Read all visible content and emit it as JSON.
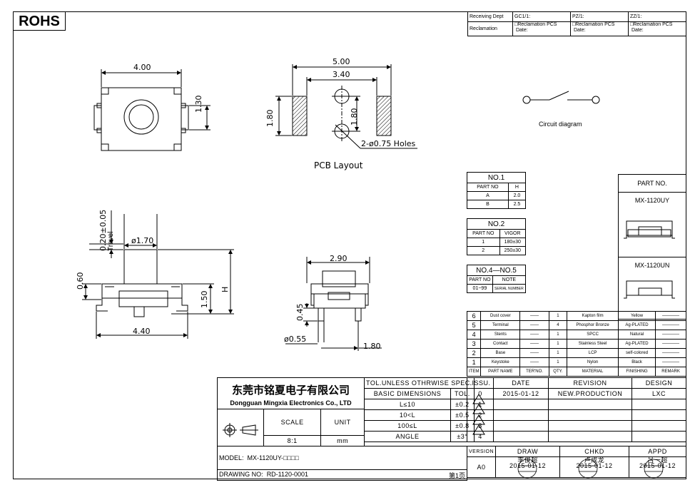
{
  "header": {
    "rohs": "ROHS",
    "receiving_dept": "Receiving Dept",
    "gc": "GC1/1:",
    "pz": "PZ/1:",
    "zz": "ZZ/1:",
    "reclamation": "Reclamation",
    "reclamation_pcs": "□Reclamation  PCS",
    "date": "Date:"
  },
  "drawing": {
    "dims": {
      "top_width": "4.00",
      "top_height": "1.30",
      "pcb_total": "5.00",
      "pcb_inner": "3.40",
      "pcb_side": "1.80",
      "pcb_hole_pitch": "1.80",
      "holes": "2-ø0.75 Holes",
      "pcb_caption": "PCB Layout",
      "circuit_caption": "Circuit diagram",
      "travel": "0.20±0.05",
      "travel_label": "Travel",
      "stem_dia": "ø1.70",
      "side_060": "0.60",
      "side_150": "1.50",
      "side_h": "H",
      "side_width": "4.40",
      "front_width": "2.90",
      "front_045": "0.45",
      "front_pin": "ø0.55",
      "front_180": "1.80"
    }
  },
  "no1": {
    "title": "NO.1",
    "headers": [
      "PART NO",
      "H"
    ],
    "rows": [
      [
        "A",
        "2.0"
      ],
      [
        "B",
        "2.5"
      ]
    ]
  },
  "no2": {
    "title": "NO.2",
    "headers": [
      "PART NO",
      "VIGOR"
    ],
    "rows": [
      [
        "1",
        "180±30"
      ],
      [
        "2",
        "250±30"
      ]
    ]
  },
  "no45": {
    "title": "NO.4—NO.5",
    "headers": [
      "PART NO",
      "NOTE"
    ],
    "rows": [
      [
        "01~99",
        "SERIAL NUMBER"
      ]
    ]
  },
  "part_no": {
    "title": "PART NO.",
    "uy": "MX-1120UY",
    "un": "MX-1120UN"
  },
  "bom": {
    "rows": [
      [
        "6",
        "Dust cover",
        "——",
        "1",
        "Kapton film",
        "Yellow",
        "————"
      ],
      [
        "5",
        "Terminal",
        "——",
        "4",
        "Phosphor Bronze",
        "Ag-PLATED",
        "————"
      ],
      [
        "4",
        "Stents",
        "——",
        "1",
        "SPCC",
        "Natural",
        "————"
      ],
      [
        "3",
        "Contact",
        "——",
        "1",
        "Stainless Steel",
        "Ag-PLATED",
        "————"
      ],
      [
        "2",
        "Base",
        "——",
        "1",
        "LCP",
        "self-colored",
        "————"
      ],
      [
        "1",
        "Keystoke",
        "——",
        "1",
        "Nylon",
        "Black",
        "————"
      ]
    ],
    "headers": [
      "ITEM",
      "PART NAME",
      "TER'NO.",
      "QTY.",
      "MATERIAL",
      "FINISHING",
      "REMARK"
    ]
  },
  "title_block": {
    "company_cn": "东莞市铭夏电子有限公司",
    "company_en": "Dongguan Mingxia Electronics Co., LTD",
    "tol_title": "TOL.UNLESS OTHRWISE SPEC.",
    "basic_dims": "BASIC DIMENSIONS",
    "tol": "TOL.",
    "tol_rows": [
      [
        "L≤10",
        "±0.2"
      ],
      [
        "10<L",
        "±0.5"
      ],
      [
        "100≤L",
        "±0.8"
      ],
      [
        "ANGLE",
        "±3°"
      ]
    ],
    "scale_label": "SCALE",
    "unit_label": "UNIT",
    "scale": "8:1",
    "unit": "mm",
    "issu": ".ISSU.",
    "date_label": "DATE",
    "revision_label": "REVISION",
    "design_label": "DESIGN",
    "issu_val": "0",
    "date_val": "2015-01-12",
    "revision_val": "NEW.PRODUCTION",
    "design_val": "LXC",
    "triangles": [
      "1",
      "2",
      "3",
      "4"
    ],
    "version_label": "VERSION",
    "version_val": "A0",
    "draw": "DRAW",
    "chkd": "CHKD",
    "appd": "APPD",
    "stamp1": "李俊超",
    "stamp2": "卢成龙",
    "stamp3": "吕一超",
    "stamp_date": "2015-01-12",
    "model_label": "MODEL:",
    "model_val": "MX-1120UY-□□□□",
    "drawing_no_label": "DRAWING NO:",
    "drawing_no_val": "RD-1120-0001",
    "page": "第1页"
  }
}
